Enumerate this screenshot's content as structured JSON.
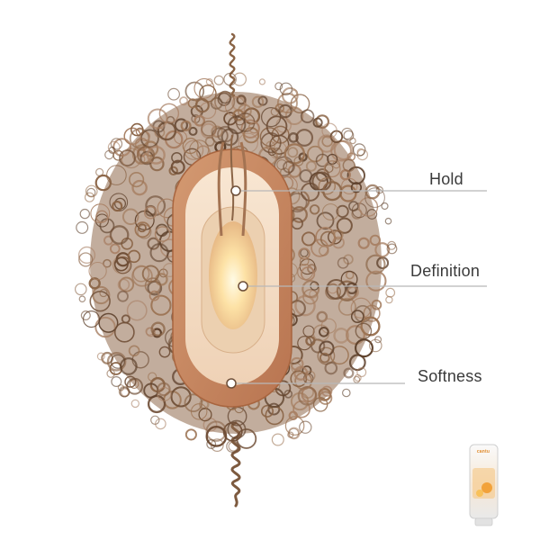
{
  "callouts": {
    "hold": "Hold",
    "definition": "Definition",
    "softness": "Softness"
  },
  "product": {
    "brand": "cantu",
    "icon": "cream-tube-icon"
  },
  "colors": {
    "hair": "#8a6446",
    "hair_dark": "#5e412c",
    "outer_shell": "#c98b63",
    "cream_layer": "#f4dcc4",
    "inner_ring": "#e9c7a4",
    "core_glow": "#ffe9b0",
    "callout_line": "#b8b8b8",
    "tube_accent": "#f2a23a"
  }
}
